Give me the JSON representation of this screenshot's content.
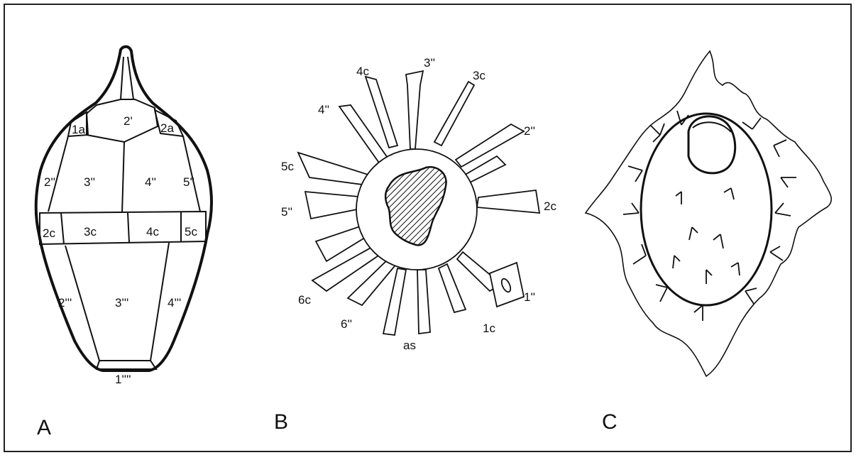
{
  "panels": {
    "A": {
      "letter": "A",
      "plates": {
        "p2prime": "2'",
        "p1a": "1a",
        "p2a": "2a",
        "p2pp": "2''",
        "p3pp": "3''",
        "p4pp": "4''",
        "p5pp": "5''",
        "p2c": "2c",
        "p3c": "3c",
        "p4c": "4c",
        "p5c": "5c",
        "p2ppp": "2'''",
        "p3ppp": "3'''",
        "p4ppp": "4'''",
        "p1pppp": "1''''"
      }
    },
    "B": {
      "letter": "B",
      "labels": {
        "l4c": "4c",
        "l3pp": "3''",
        "l3c": "3c",
        "l4pp": "4''",
        "l2pp": "2''",
        "l5c": "5c",
        "l2c": "2c",
        "l5pp": "5''",
        "l6c": "6c",
        "l1pp": "1''",
        "l6pp": "6''",
        "l1c": "1c",
        "las": "as"
      }
    },
    "C": {
      "letter": "C"
    }
  }
}
